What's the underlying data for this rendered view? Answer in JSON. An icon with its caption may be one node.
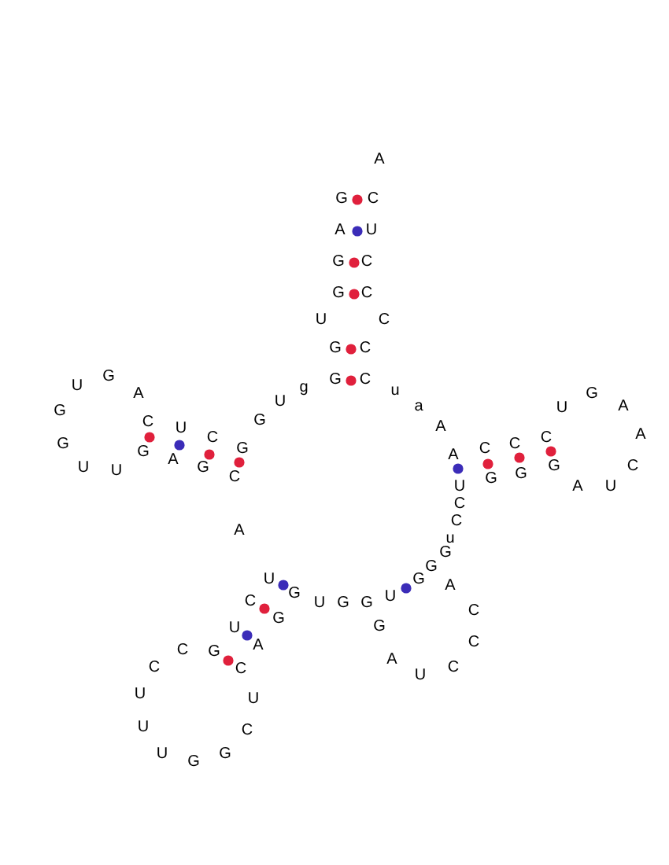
{
  "diagram": {
    "labels": [
      "G",
      "G",
      "U",
      "G",
      "G",
      "A",
      "G",
      "A",
      "C",
      "U",
      "C",
      "C",
      "C",
      "C",
      "C",
      "u",
      "a",
      "A",
      "A",
      "C",
      "C",
      "C",
      "U",
      "G",
      "A",
      "A",
      "C",
      "U",
      "A",
      "G",
      "G",
      "G",
      "U",
      "C",
      "C",
      "u",
      "G",
      "G",
      "G",
      "A",
      "C",
      "C",
      "C",
      "U",
      "A",
      "G",
      "U",
      "G",
      "G",
      "U",
      "G",
      "G",
      "A",
      "C",
      "U",
      "C",
      "G",
      "G",
      "U",
      "U",
      "U",
      "C",
      "C",
      "G",
      "U",
      "C",
      "U",
      "A",
      "C",
      "G",
      "A",
      "G",
      "U",
      "U",
      "G",
      "G",
      "U",
      "G",
      "A",
      "C",
      "U",
      "C",
      "G",
      "G",
      "U",
      "g"
    ]
  }
}
